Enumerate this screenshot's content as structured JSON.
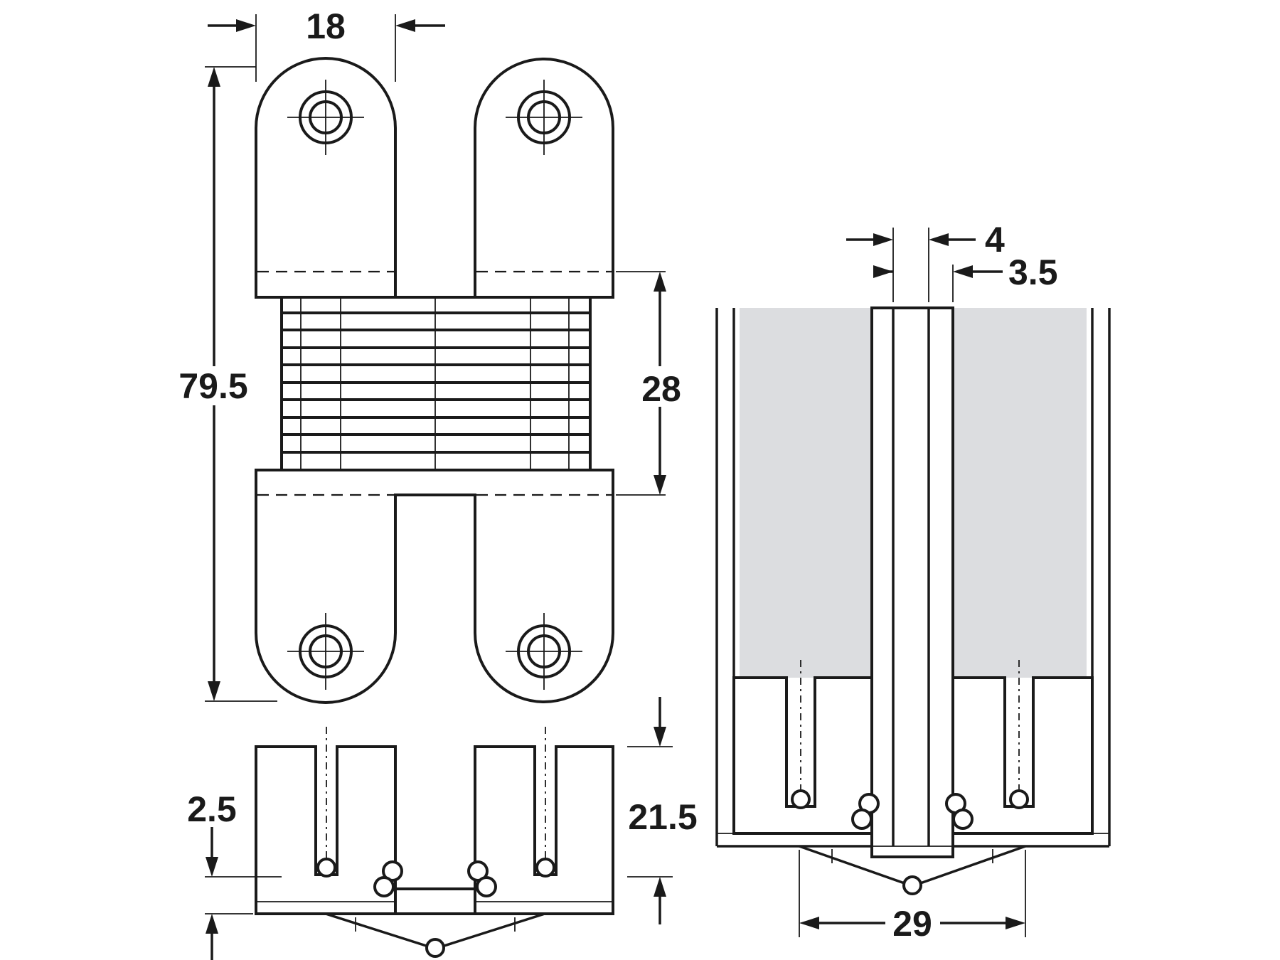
{
  "dimensions": {
    "width_18": "18",
    "height_79_5": "79.5",
    "knuckle_28": "28",
    "depth_21_5": "21.5",
    "offset_2_5": "2.5",
    "gap_4": "4",
    "gap_3_5": "3.5",
    "width_29": "29"
  },
  "colors": {
    "line": "#1a1a1a",
    "fill": "#dcdde0",
    "background": "#ffffff"
  }
}
